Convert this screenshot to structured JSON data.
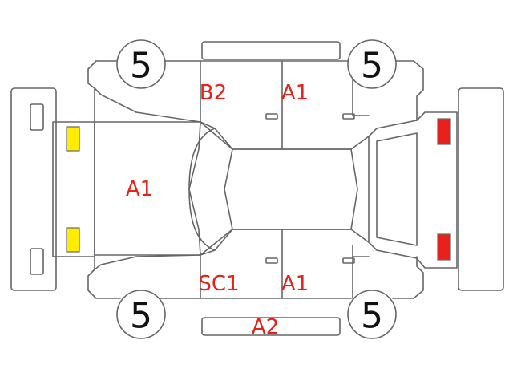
{
  "colors": {
    "line": "#666666",
    "code_text": "#e8211a",
    "tire_text": "#111111",
    "front_lamp": "#ffec00",
    "rear_lamp": "#e8211a"
  },
  "tires": {
    "front_left": "5",
    "rear_left": "5",
    "front_right": "5",
    "rear_right": "5"
  },
  "damage_codes": {
    "hood": "A1",
    "upper_rear_door": "B2",
    "upper_front_door": "A1",
    "lower_rear_door": "SC1",
    "lower_front_door": "A1",
    "lower_rocker": "A2"
  }
}
